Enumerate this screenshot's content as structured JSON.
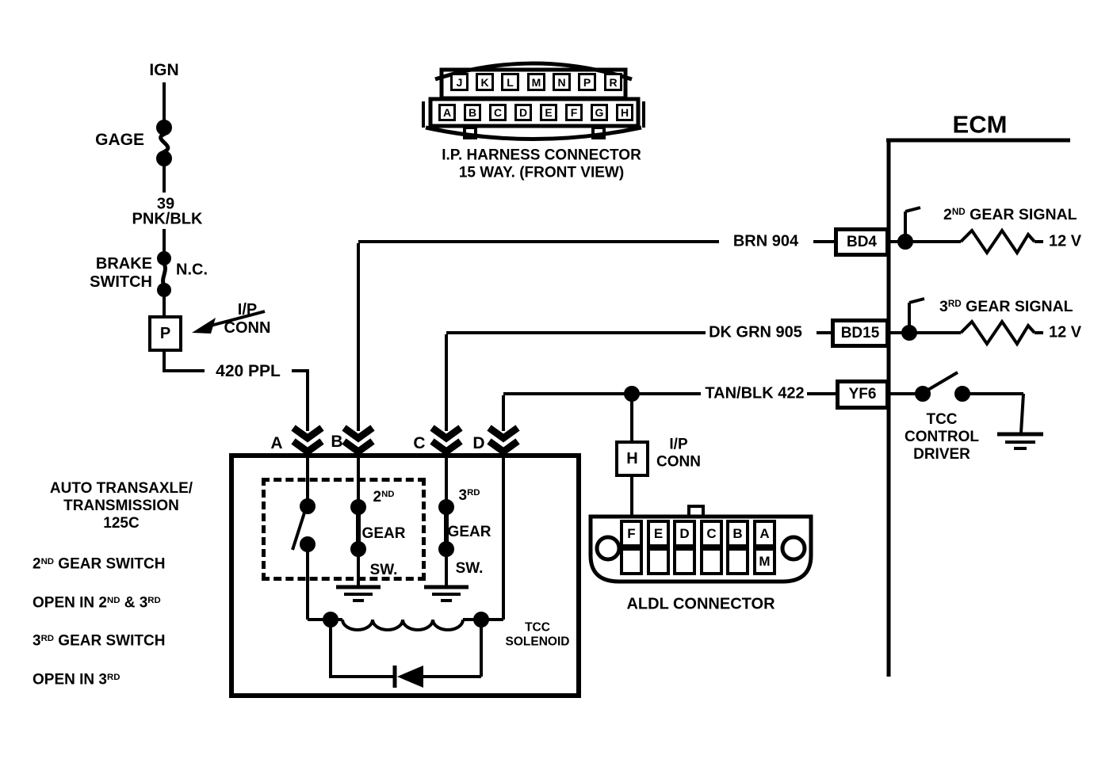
{
  "diagram": {
    "left_branch": {
      "ign": "IGN",
      "gage": "GAGE",
      "circuit_number": "39",
      "wire_color": "PNK/BLK",
      "brake_switch": "BRAKE\nSWITCH",
      "nc": "N.C.",
      "p_terminal": "P",
      "ip_conn": "I/P\nCONN",
      "wire_420": "420 PPL"
    },
    "ip_harness": {
      "top_row": [
        "J",
        "K",
        "L",
        "M",
        "N",
        "P",
        "R"
      ],
      "bottom_row": [
        "A",
        "B",
        "C",
        "D",
        "E",
        "F",
        "G",
        "H"
      ],
      "caption": "I.P. HARNESS CONNECTOR\n15 WAY. (FRONT VIEW)"
    },
    "wires": {
      "brn": "BRN 904",
      "dk_grn": "DK GRN 905",
      "tan_blk": "TAN/BLK 422"
    },
    "ecm": {
      "title": "ECM",
      "bd4": "BD4",
      "bd15": "BD15",
      "yf6": "YF6",
      "sig2_num": "2",
      "sig2_sup": "ND",
      "sig2_rest": " GEAR SIGNAL",
      "sig3_num": "3",
      "sig3_sup": "RD",
      "sig3_rest": " GEAR SIGNAL",
      "v12_upper": "12 V",
      "v12_lower": "12 V",
      "tcc_driver": "TCC\nCONTROL\nDRIVER"
    },
    "transmission": {
      "note_top": "AUTO TRANSAXLE/\nTRANSMISSION\n125C",
      "note_l4a": "2",
      "note_l4b": "ND",
      "note_l4c": " GEAR SWITCH",
      "note_l5a": "OPEN IN 2",
      "note_l5b": "ND",
      "note_l5c": " & 3",
      "note_l5d": "RD",
      "note_l6a": "3",
      "note_l6b": "RD",
      "note_l6c": " GEAR SWITCH",
      "note_l7a": "OPEN IN 3",
      "note_l7b": "RD",
      "pins": [
        "A",
        "B",
        "C",
        "D"
      ],
      "sw2_num": "2",
      "sw2_sup": "ND",
      "sw2_l2": "GEAR",
      "sw2_l3": "SW.",
      "sw3_num": "3",
      "sw3_sup": "RD",
      "sw3_l2": "GEAR",
      "sw3_l3": "SW.",
      "solenoid": "TCC\nSOLENOID"
    },
    "aldl": {
      "h_terminal": "H",
      "ip_conn": "I/P\nCONN",
      "row": [
        "F",
        "E",
        "D",
        "C",
        "B",
        "A"
      ],
      "m": "M",
      "caption": "ALDL CONNECTOR"
    }
  }
}
